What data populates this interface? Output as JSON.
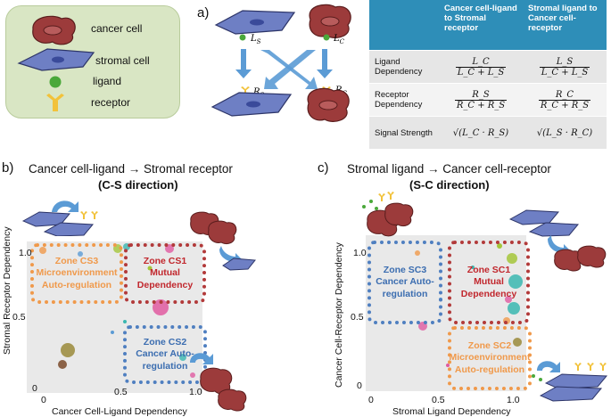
{
  "legend": {
    "cancer_cell": "cancer cell",
    "stromal_cell": "stromal cell",
    "ligand": "ligand",
    "receptor": "receptor"
  },
  "panel_a": {
    "letter": "a)",
    "ligand_stromal": "L",
    "ligand_stromal_sub": "S",
    "ligand_cancer": "L",
    "ligand_cancer_sub": "C",
    "receptor_stromal": "R",
    "receptor_stromal_sub": "S",
    "receptor_cancer": "R",
    "receptor_cancer_sub": "C"
  },
  "table": {
    "headers": [
      "",
      "Cancer cell-ligand to Stromal receptor",
      "Stromal ligand to Cancer cell-receptor"
    ],
    "rows": [
      {
        "label": "Ligand Dependency",
        "cs_num": "L_C",
        "cs_den": "L_C + L_S",
        "sc_num": "L_S",
        "sc_den": "L_C + L_S"
      },
      {
        "label": "Receptor Dependency",
        "cs_num": "R_S",
        "cs_den": "R_C + R_S",
        "sc_num": "R_C",
        "sc_den": "R_C + R_S"
      },
      {
        "label": "Signal Strength",
        "cs_expr": "√(L_C · R_S)",
        "sc_expr": "√(L_S · R_C)"
      }
    ]
  },
  "panel_b": {
    "letter": "b)",
    "title": "Cancer cell-ligand → Stromal receptor",
    "subtitle": "(C-S direction)",
    "xlabel": "Cancer Cell-Ligand Dependency",
    "ylabel": "Stromal Receptor Dependency",
    "tick_x0": "0",
    "tick_x05": "0.5",
    "tick_x1": "1.0",
    "tick_y0": "0",
    "tick_y05": "0.5",
    "tick_y1": "1.0",
    "zone_cs3": "Zone CS3 Microenvironment Auto-regulation",
    "zone_cs1": "Zone CS1 Mutual Dependency",
    "zone_cs2": "Zone CS2 Cancer Auto-regulation",
    "zone_cs3_color": "#f0994a",
    "zone_cs1_color": "#b23a3a",
    "zone_cs2_color": "#4f7fc0"
  },
  "panel_c": {
    "letter": "c)",
    "title": "Stromal ligand → Cancer cell-receptor",
    "subtitle": "(S-C direction)",
    "xlabel": "Stromal Ligand Dependency",
    "ylabel": "Cancer Cell-Receptor Dependency",
    "tick_x0": "0",
    "tick_x05": "0.5",
    "tick_x1": "1.0",
    "tick_y0": "0",
    "tick_y05": "0.5",
    "tick_y1": "1.0",
    "zone_sc3": "Zone SC3 Cancer Auto-regulation",
    "zone_sc1": "Zone SC1 Mutual Dependency",
    "zone_sc2": "Zone SC2 Microenvironment Auto-regulation",
    "zone_sc3_color": "#4f7fc0",
    "zone_sc1_color": "#b23a3a",
    "zone_sc2_color": "#f0994a"
  }
}
